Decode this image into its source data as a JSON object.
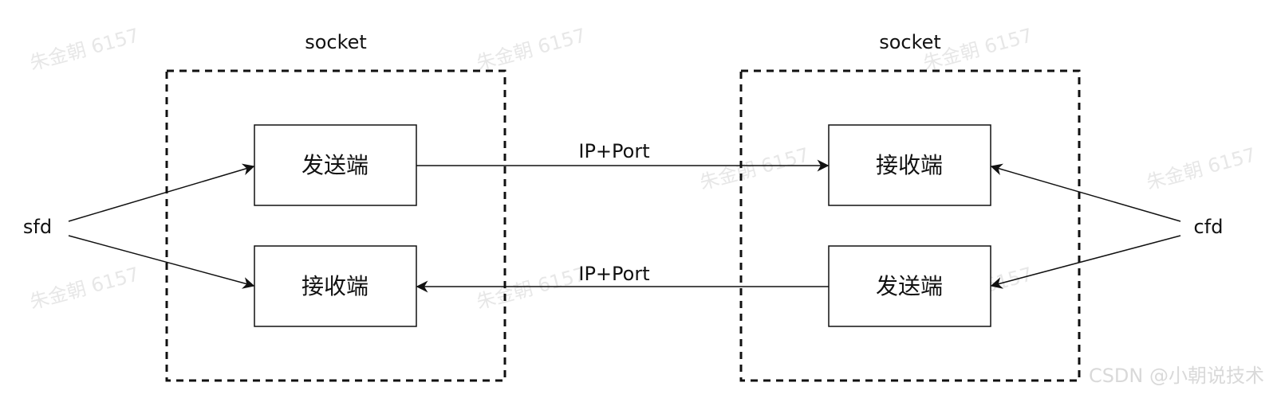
{
  "diagram": {
    "left_socket_label": "socket",
    "right_socket_label": "socket",
    "left_send_label": "发送端",
    "left_recv_label": "接收端",
    "right_recv_label": "接收端",
    "right_send_label": "发送端",
    "top_link_label": "IP+Port",
    "bottom_link_label": "IP+Port",
    "sfd_label": "sfd",
    "cfd_label": "cfd"
  },
  "watermarks": {
    "repeated_text": "朱金朝 6157",
    "csdn_text": "CSDN @小朝说技术"
  },
  "colors": {
    "stroke": "#111111",
    "text": "#111111",
    "watermark": "#e7e7e7",
    "csdn_watermark": "#d9d9d9",
    "background": "#ffffff"
  }
}
